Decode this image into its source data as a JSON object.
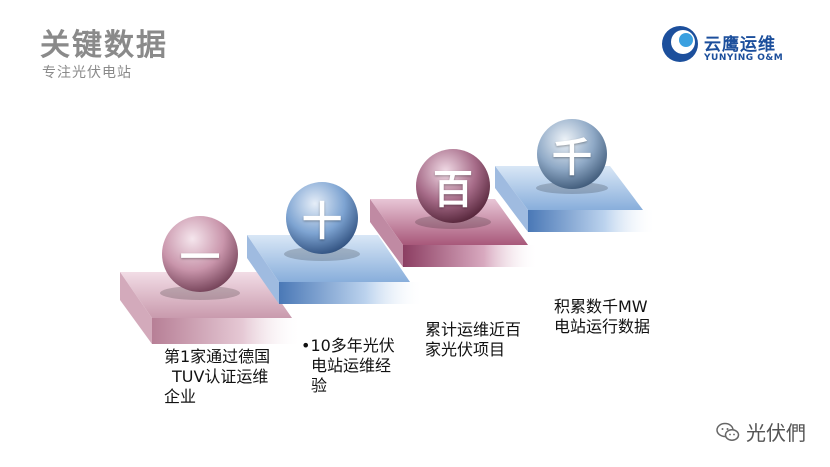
{
  "header": {
    "title": "关键数据",
    "subtitle": "专注光伏电站"
  },
  "brand": {
    "name": "云鹰运维",
    "name_en": "YUNYING O&M",
    "color": "#1c4f9c"
  },
  "steps": [
    {
      "symbol": "一",
      "caption_lines": [
        "第1家通过德国",
        "TUV认证运维",
        "企业"
      ],
      "color": "#c48ea4"
    },
    {
      "symbol": "十",
      "caption_lines": [
        "•10多年光伏",
        "电站运维经",
        "验"
      ],
      "color": "#5b8ac6"
    },
    {
      "symbol": "百",
      "caption_lines": [
        "累计运维近百",
        "家光伏项目"
      ],
      "color": "#a8587a"
    },
    {
      "symbol": "千",
      "caption_lines": [
        "积累数千MW",
        "电站运行数据"
      ],
      "color": "#5b8ac6"
    }
  ],
  "watermark": {
    "text": "光伏們",
    "icon": "wechat-icon"
  }
}
